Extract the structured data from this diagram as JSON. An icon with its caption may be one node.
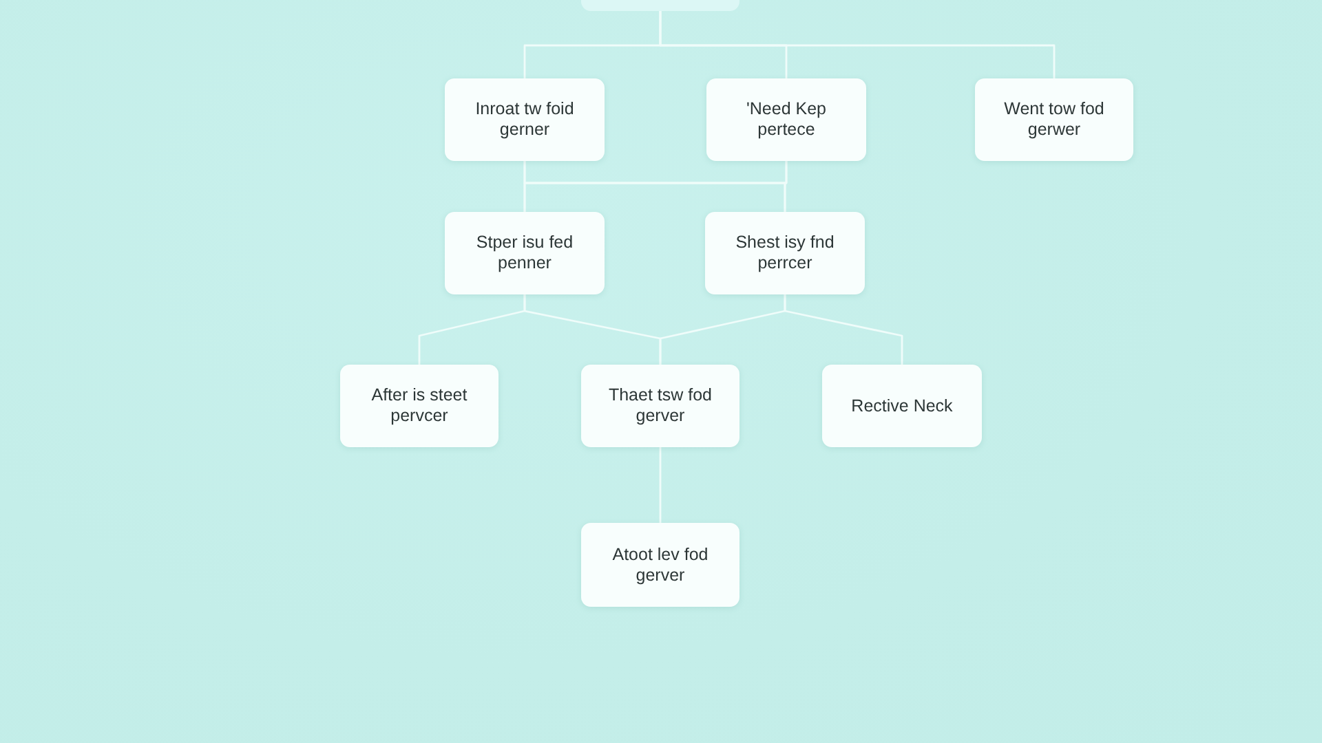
{
  "diagram": {
    "nodes": [
      {
        "text": [],
        "shape": "box"
      },
      {
        "text": [
          "Inroat tw foid gerner"
        ]
      },
      {
        "text": [
          "'Need Kep pertece"
        ]
      },
      {
        "text": [
          "Went tow fod gerwer"
        ]
      },
      {
        "text": [
          "Stper isu fed penner"
        ]
      },
      {
        "text": [
          "Shest isy fnd perrcer"
        ]
      },
      {
        "text": [
          "After is steet pervcer"
        ]
      },
      {
        "text": [
          "Thaet tsw fod gerver"
        ]
      },
      {
        "text": [
          "Rective Neck"
        ]
      },
      {
        "text": [
          "Atoot lev fod gerver"
        ]
      }
    ],
    "edges": [
      {
        "from": 0,
        "to": 1,
        "arrow": "none"
      },
      {
        "from": 0,
        "to": 2,
        "arrow": "none"
      },
      {
        "from": 0,
        "to": 3,
        "arrow": "none"
      },
      {
        "from": 1,
        "to": 4,
        "arrow": "none"
      },
      {
        "from": 1,
        "to": 5,
        "arrow": "none"
      },
      {
        "from": 2,
        "to": 4,
        "arrow": "none"
      },
      {
        "from": 2,
        "to": 5,
        "arrow": "none"
      },
      {
        "from": 4,
        "to": 6,
        "arrow": "none"
      },
      {
        "from": 4,
        "to": 7,
        "arrow": "none"
      },
      {
        "from": 5,
        "to": 7,
        "arrow": "none"
      },
      {
        "from": 5,
        "to": 8,
        "arrow": "none"
      },
      {
        "from": 7,
        "to": 9,
        "arrow": "none"
      }
    ]
  }
}
